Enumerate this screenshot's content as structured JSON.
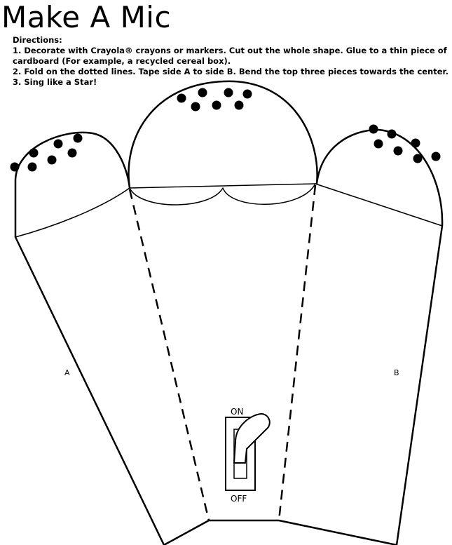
{
  "title": "Make A Mic",
  "directions": {
    "heading": "Directions:",
    "step1_line1": "1. Decorate with Crayola® crayons or markers. Cut out the whole shape. Glue to a thin piece of",
    "step1_line2": "cardboard (For example, a recycled cereal box).",
    "step2": "2. Fold on the dotted lines. Tape side A to side B. Bend the top three pieces towards the center.",
    "step3": "3. Sing like a Star!"
  },
  "labels": {
    "side_a": "A",
    "side_b": "B",
    "switch_on": "ON",
    "switch_off": "OFF"
  },
  "icons": {
    "switch": "toggle-switch-icon"
  },
  "colors": {
    "ink": "#000000",
    "paper": "#ffffff"
  }
}
